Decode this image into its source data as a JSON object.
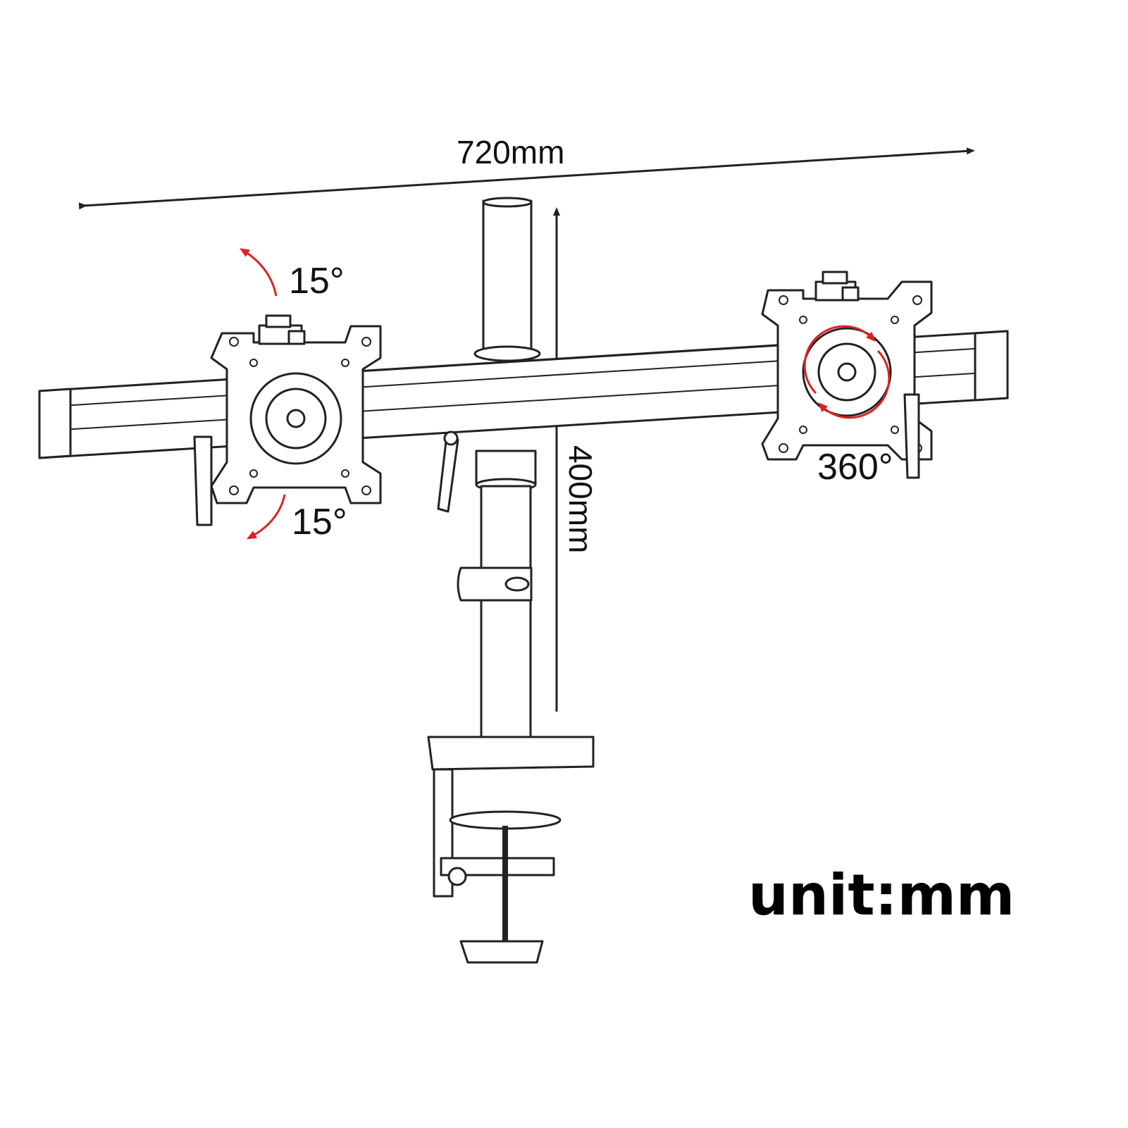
{
  "dimensions": {
    "width_label": "720mm",
    "height_label": "400mm"
  },
  "angles": {
    "tilt_up": "15°",
    "tilt_down": "15°",
    "rotation": "360°"
  },
  "unit_label": "unit:mm",
  "colors": {
    "line": "#222222",
    "accent": "#e02020",
    "background": "#ffffff"
  }
}
